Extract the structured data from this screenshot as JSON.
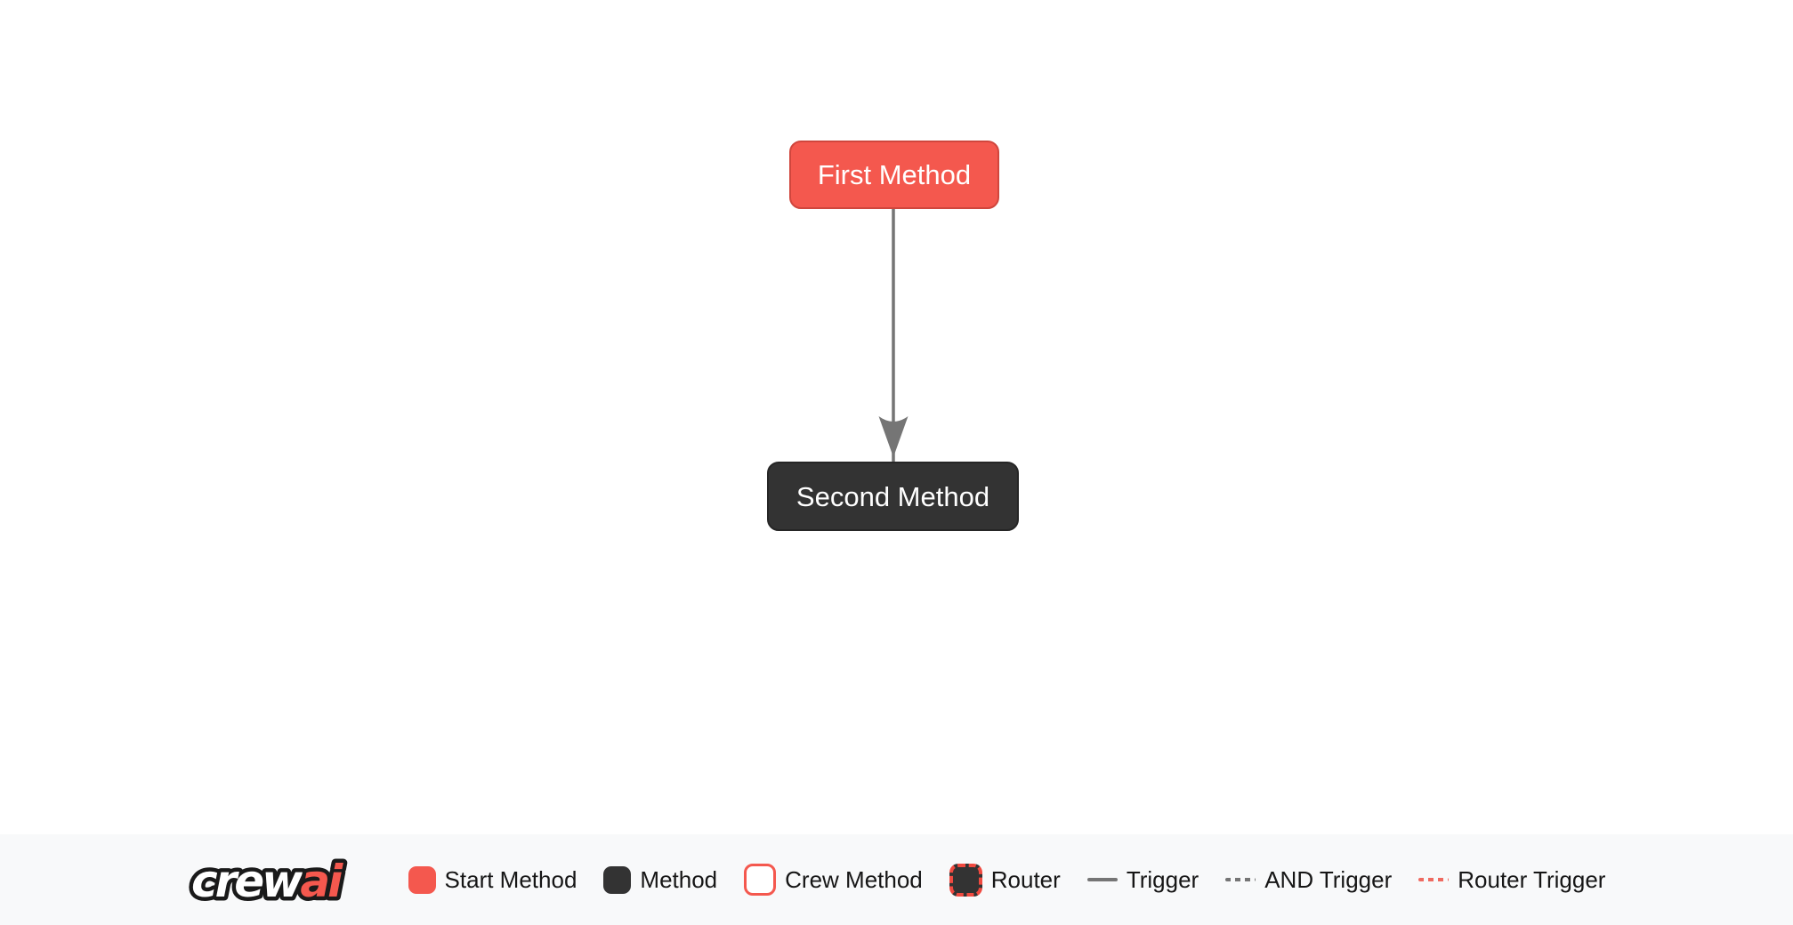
{
  "diagram": {
    "nodes": [
      {
        "id": "first_method",
        "label": "First Method",
        "type": "start-method"
      },
      {
        "id": "second_method",
        "label": "Second Method",
        "type": "method"
      }
    ],
    "edges": [
      {
        "from": "first_method",
        "to": "second_method",
        "type": "trigger"
      }
    ]
  },
  "legend": {
    "logo": {
      "part1": "crew",
      "part2": "ai"
    },
    "items": [
      {
        "label": "Start Method",
        "swatch": "start"
      },
      {
        "label": "Method",
        "swatch": "method"
      },
      {
        "label": "Crew Method",
        "swatch": "crew"
      },
      {
        "label": "Router",
        "swatch": "router"
      },
      {
        "label": "Trigger",
        "swatch": "trigger-line"
      },
      {
        "label": "AND Trigger",
        "swatch": "and-trigger-line"
      },
      {
        "label": "Router Trigger",
        "swatch": "router-trigger-line"
      }
    ]
  },
  "colors": {
    "canvas_bg": "#FFFFFF",
    "start_fill": "#F4584E",
    "start_border": "#D0463D",
    "method_fill": "#333333",
    "method_border": "#262626",
    "node_text": "#FFFFFF",
    "edge": "#757575",
    "router_border": "#F04A40",
    "router_trigger": "#EF6A60",
    "legend_bg": "#F8F9FA",
    "legend_text": "#161616",
    "logo_crew": "#FFFFFF",
    "logo_ai": "#F4584E",
    "logo_outline": "#1A1A1A"
  }
}
